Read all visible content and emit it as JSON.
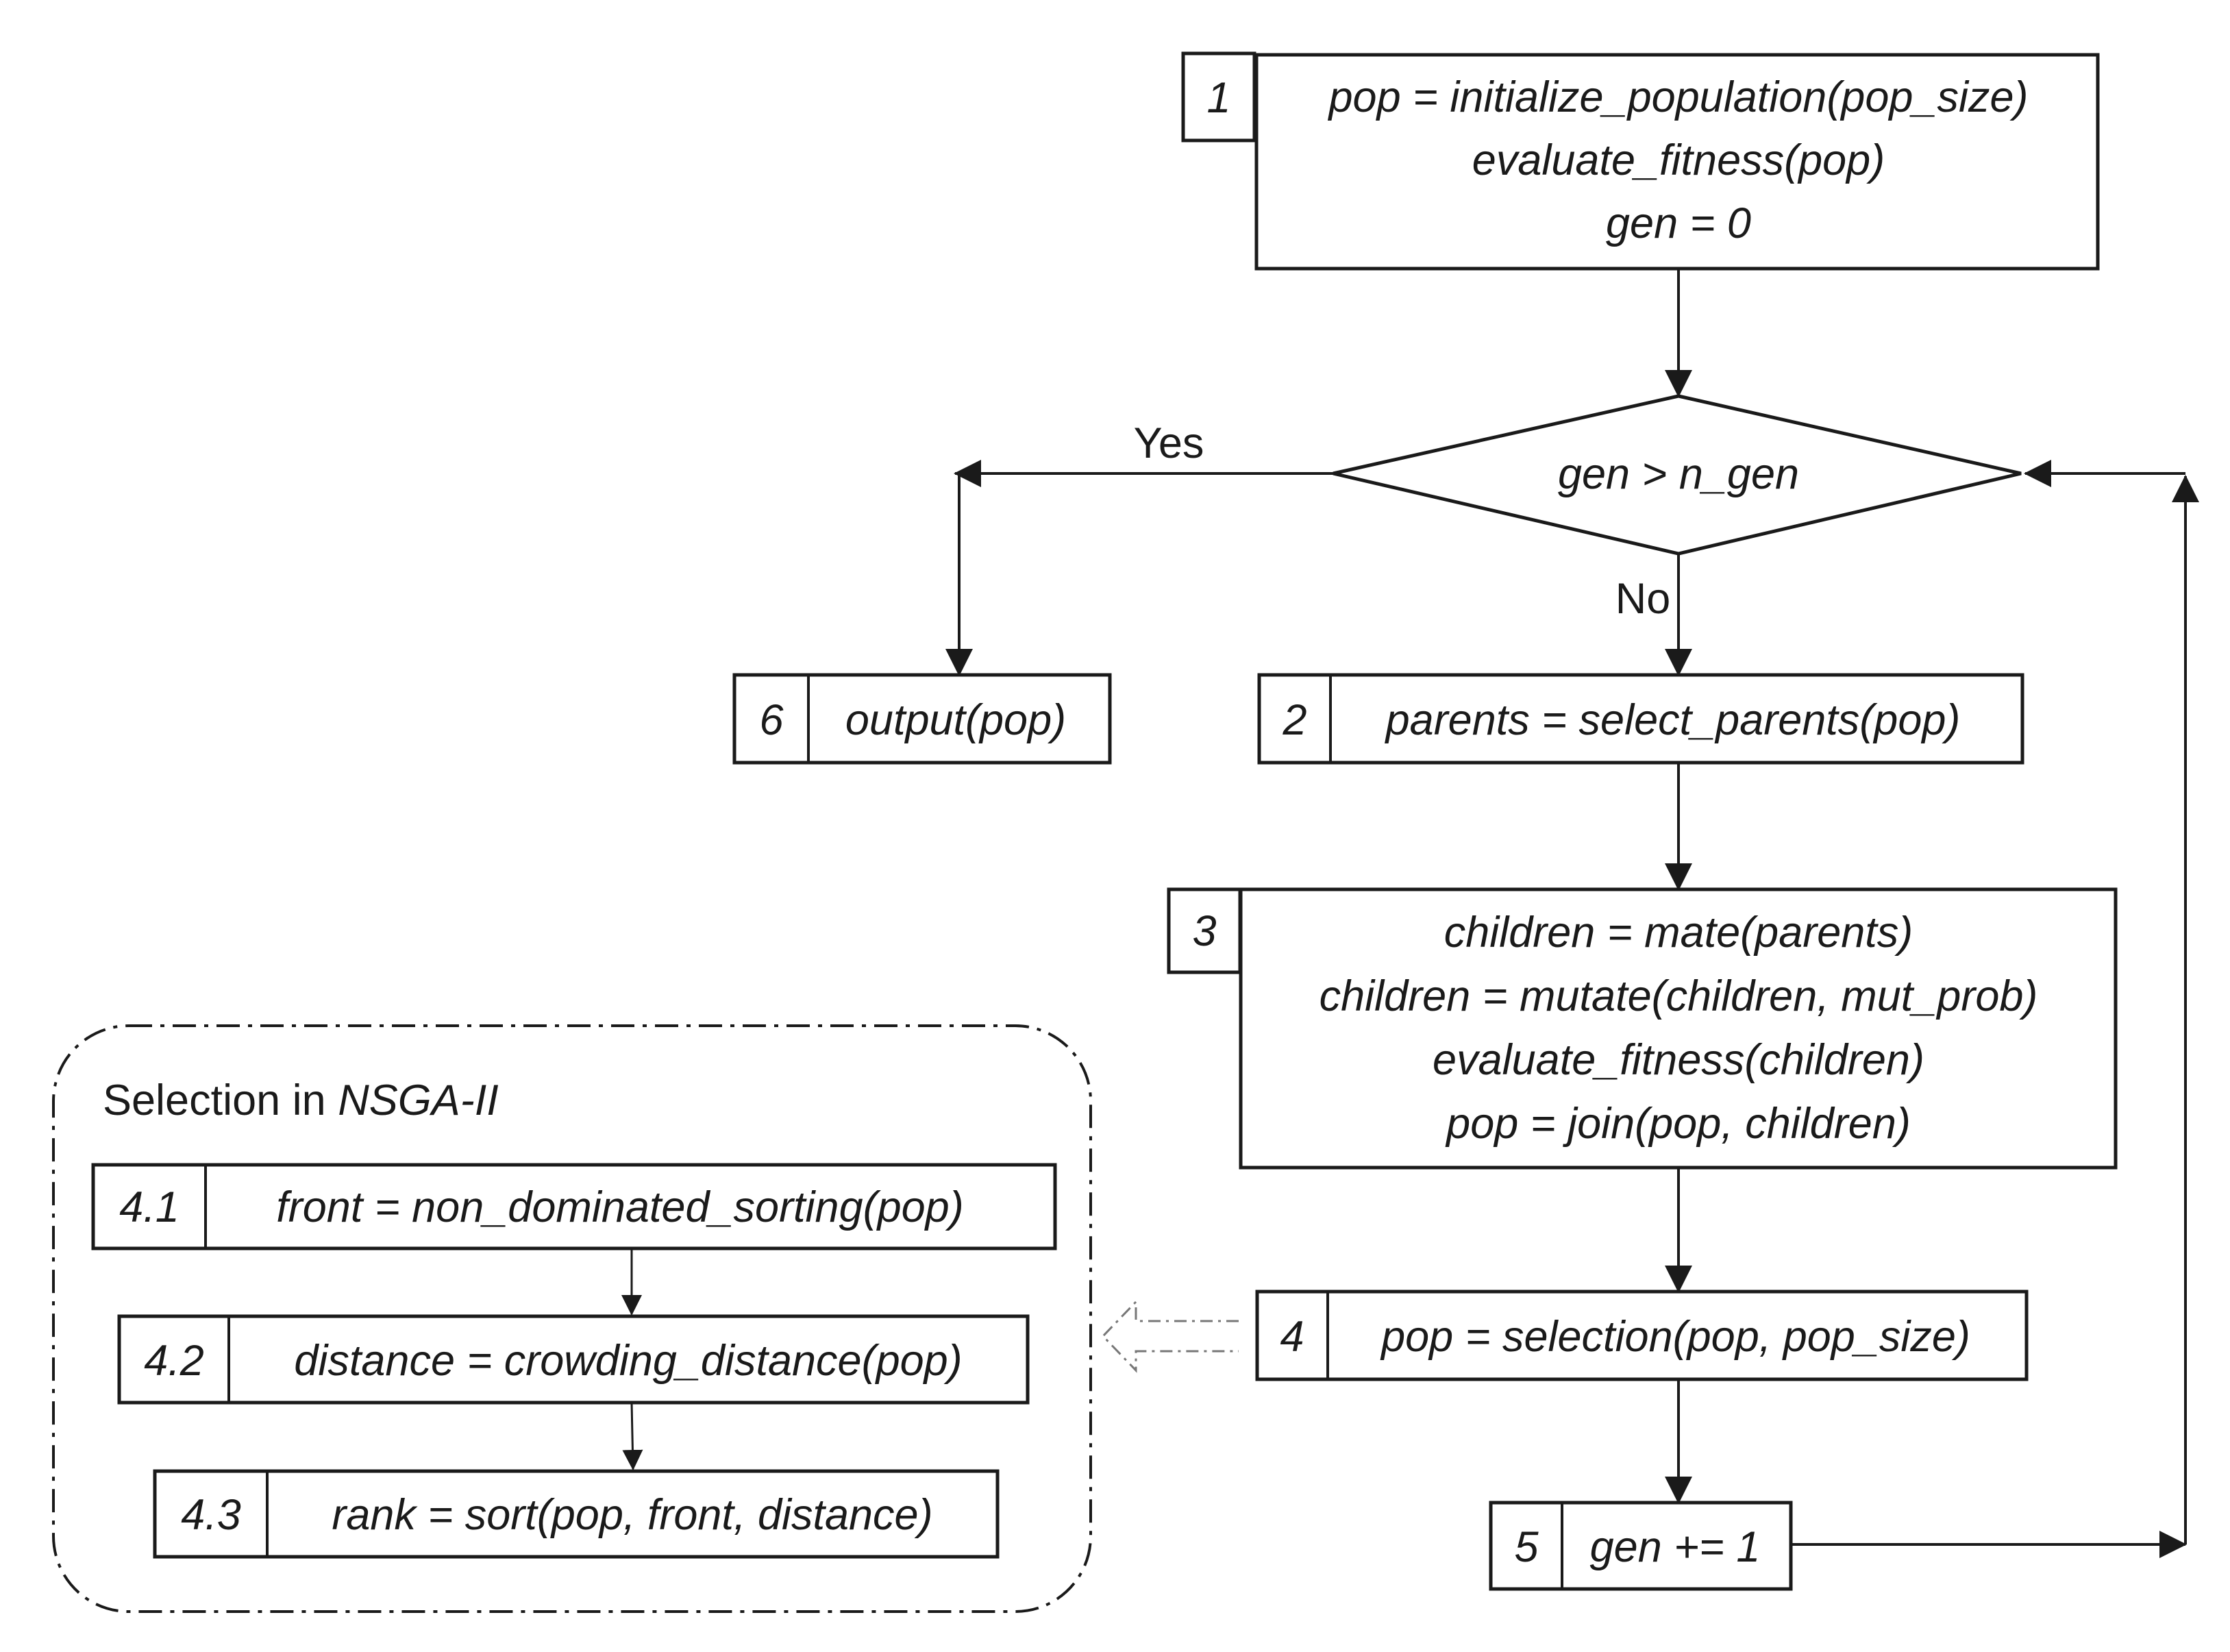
{
  "nodes": {
    "step1": {
      "number": "1",
      "lines": [
        "pop = initialize_population(pop_size)",
        "evaluate_fitness(pop)",
        "gen = 0"
      ]
    },
    "decision": {
      "condition": "gen > n_gen",
      "yes_label": "Yes",
      "no_label": "No"
    },
    "step2": {
      "number": "2",
      "text": "parents = select_parents(pop)"
    },
    "step3": {
      "number": "3",
      "lines": [
        "children = mate(parents)",
        "children = mutate(children, mut_prob)",
        "evaluate_fitness(children)",
        "pop = join(pop, children)"
      ]
    },
    "step4": {
      "number": "4",
      "text": "pop = selection(pop, pop_size)"
    },
    "step5": {
      "number": "5",
      "text": "gen += 1"
    },
    "step6": {
      "number": "6",
      "text": "output(pop)"
    }
  },
  "selection_panel": {
    "title_prefix": "Selection in ",
    "title_algorithm": "NSGA-II",
    "steps": [
      {
        "number": "4.1",
        "text": "front = non_dominated_sorting(pop)"
      },
      {
        "number": "4.2",
        "text": "distance = crowding_distance(pop)"
      },
      {
        "number": "4.3",
        "text": "rank = sort(pop, front, distance)"
      }
    ]
  }
}
